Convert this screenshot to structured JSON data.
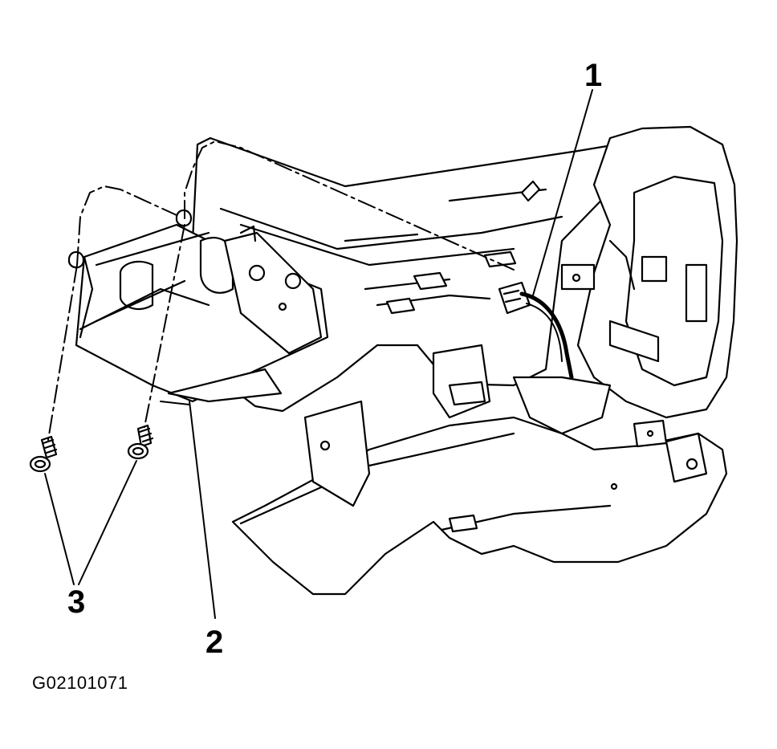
{
  "diagram": {
    "callouts": {
      "item_1": "1",
      "item_2": "2",
      "item_3": "3"
    },
    "figure_id": "G02101071"
  },
  "colors": {
    "ink": "#000000",
    "paper": "#ffffff"
  }
}
